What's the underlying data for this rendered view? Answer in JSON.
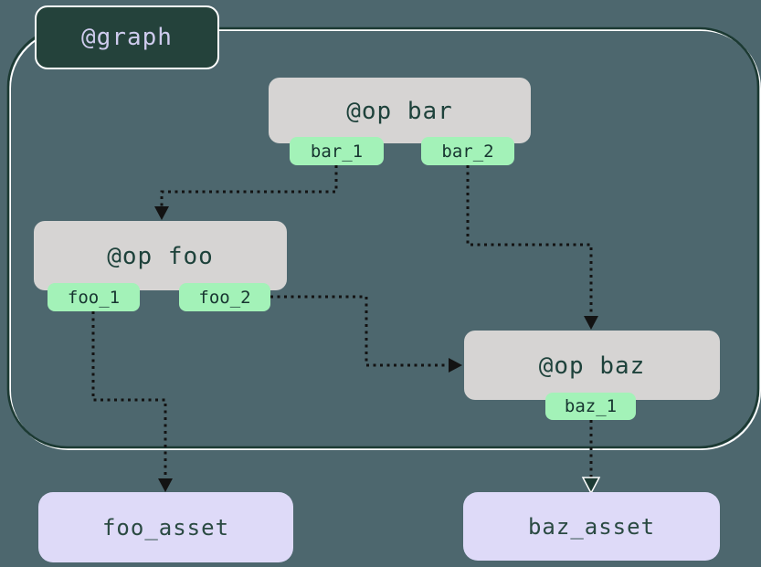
{
  "diagram": {
    "graph_label": "@graph",
    "ops": [
      {
        "id": "bar",
        "title": "@op bar",
        "outputs": [
          "bar_1",
          "bar_2"
        ]
      },
      {
        "id": "foo",
        "title": "@op foo",
        "outputs": [
          "foo_1",
          "foo_2"
        ]
      },
      {
        "id": "baz",
        "title": "@op baz",
        "outputs": [
          "baz_1"
        ]
      }
    ],
    "assets": [
      {
        "id": "foo_asset",
        "label": "foo_asset"
      },
      {
        "id": "baz_asset",
        "label": "baz_asset"
      }
    ],
    "edges": [
      {
        "from": "bar_1",
        "to": "op-foo"
      },
      {
        "from": "bar_2",
        "to": "op-baz"
      },
      {
        "from": "foo_2",
        "to": "op-baz"
      },
      {
        "from": "foo_1",
        "to": "foo_asset"
      },
      {
        "from": "baz_1",
        "to": "baz_asset"
      }
    ],
    "colors": {
      "background": "#4d676e",
      "graph_border": "#1c3a33",
      "graph_border_highlight": "#ffffff",
      "graph_label_bg": "#24423b",
      "graph_label_text": "#cecbed",
      "op_bg": "#d6d4d3",
      "op_text": "#1e423b",
      "output_tab_bg": "#a3f2b8",
      "output_tab_text": "#173530",
      "asset_bg": "#dedaf8",
      "asset_text": "#2a4a42",
      "edge": "#131313"
    }
  }
}
